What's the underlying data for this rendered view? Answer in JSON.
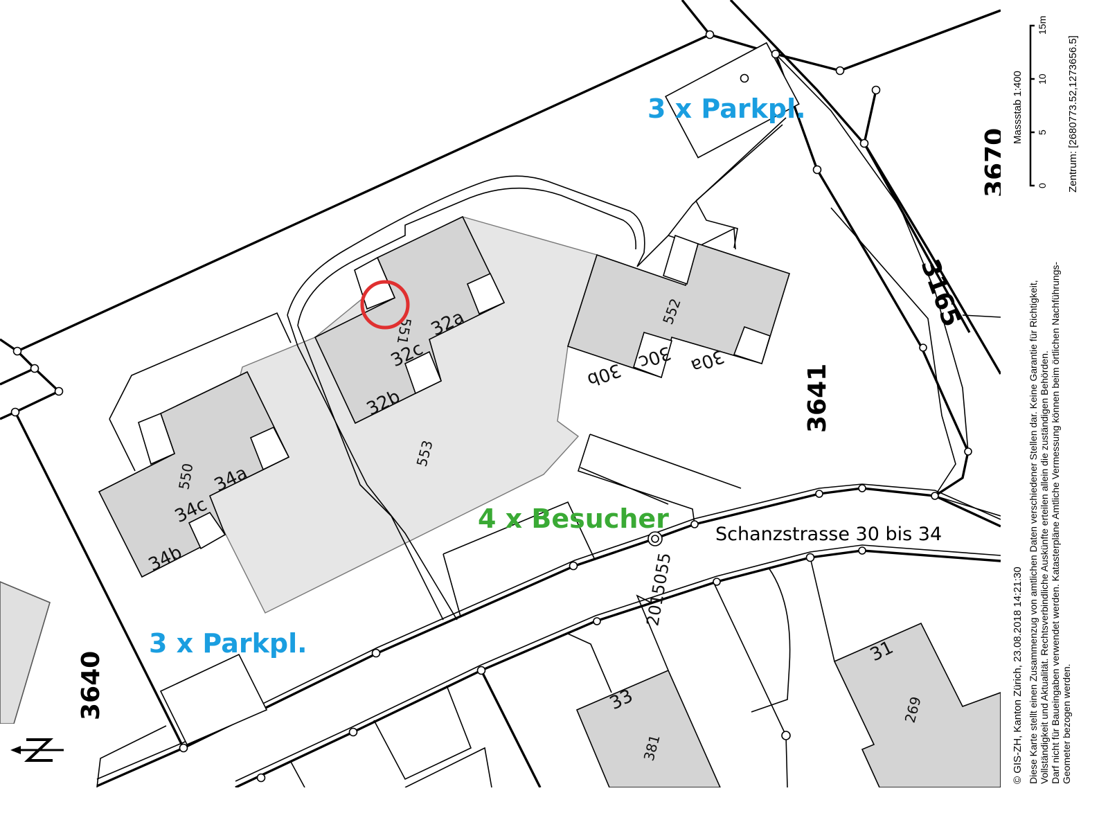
{
  "annotations": {
    "parking_top": "3 x Parkpl.",
    "parking_bottom": "3 x Parkpl.",
    "visitors": "4 x Besucher",
    "street": "Schanzstrasse 30 bis 34",
    "marker_color": "#e03030",
    "parking_color": "#1a9ee0",
    "visitors_color": "#3aaa35"
  },
  "parcels": {
    "p3640": "3640",
    "p3641": "3641",
    "p3165": "3165",
    "p3670": "3670"
  },
  "buildings": {
    "b550": "550",
    "b34a": "34a",
    "b34b": "34b",
    "b34c": "34c",
    "b551": "551",
    "b32a": "32a",
    "b32b": "32b",
    "b32c": "32c",
    "b552": "552",
    "b30a": "30a",
    "b30b": "30b",
    "b30c": "30c",
    "b553": "553",
    "b33": "33",
    "b381": "381",
    "b31": "31",
    "b269": "269",
    "road_id": "2015055"
  },
  "sidebar": {
    "scale_title": "Massstab 1:400",
    "scale_ticks": [
      "0",
      "5",
      "10",
      "15m"
    ],
    "center": "Zentrum: [2680773.52,1273656.5]",
    "copyright": "© GIS-ZH, Kanton Zürich, 23.08.2018 14:21:30",
    "disclaimer": [
      "Diese Karte stellt einen Zusammenzug von amtlichen Daten verschiedener Stellen dar. Keine Garantie für Richtigkeit,",
      "Vollständigkeit und Aktualität. Rechtsverbindliche Auskünfte erteilen allein die zuständigen Behörden.",
      "Darf nicht für Baueingaben verwendet werden. Katasterpläne Amtliche Vermessung können beim örtlichen Nachführungs-",
      "Geometer bezogen werden."
    ]
  },
  "north_arrow": {
    "label": "N"
  }
}
